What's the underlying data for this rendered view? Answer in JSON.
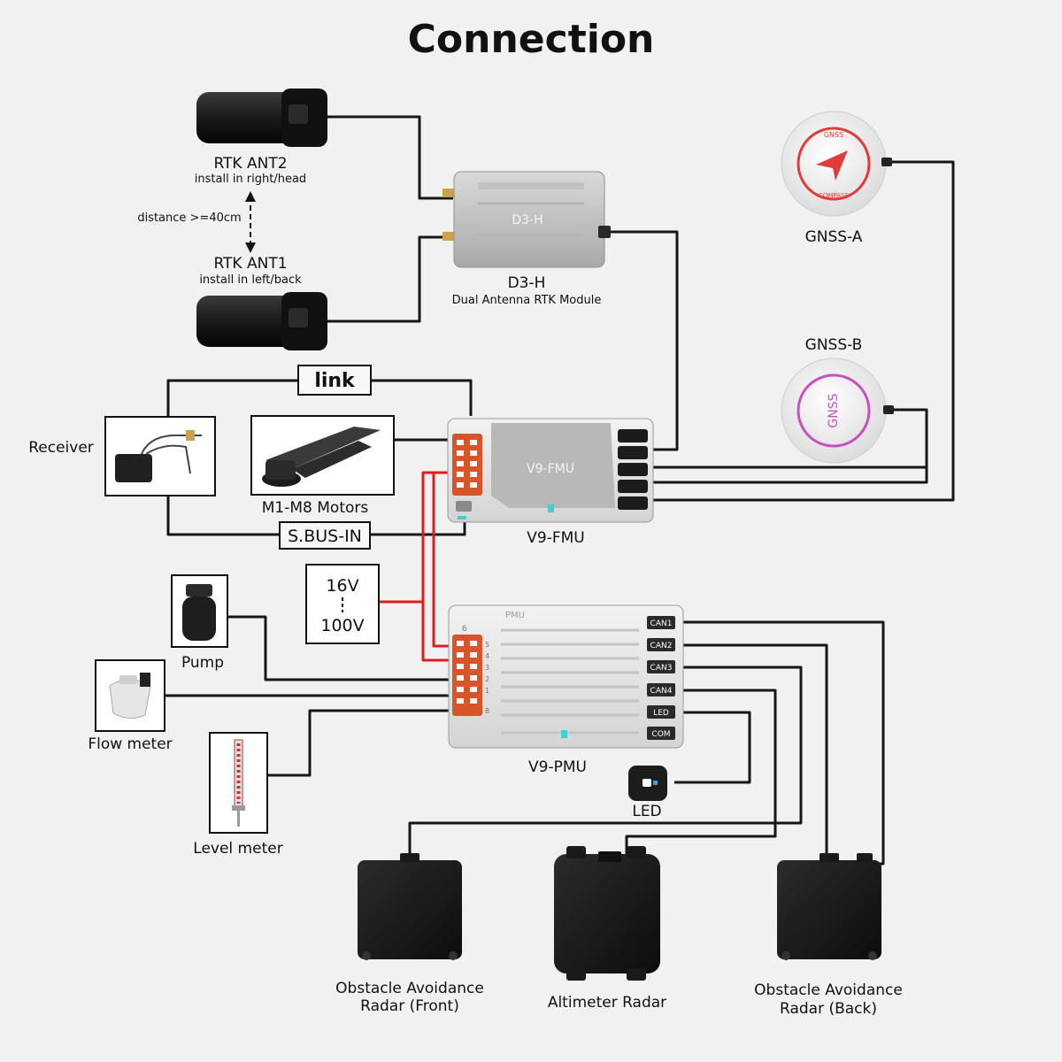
{
  "title": "Connection",
  "rtk_ant2": {
    "label": "RTK ANT2",
    "note": "install in right/head"
  },
  "rtk_ant1": {
    "label": "RTK ANT1",
    "note": "install in left/back"
  },
  "distance_note": "distance >=40cm",
  "d3h": {
    "device_text": "D3-H",
    "label": "D3-H",
    "description": "Dual Antenna RTK Module"
  },
  "gnss_a": {
    "label": "GNSS-A",
    "top_text": "GNSS",
    "bottom_text": "COMPASS",
    "accent": "#e23b3b"
  },
  "gnss_b": {
    "label": "GNSS-B",
    "text": "GNSS",
    "accent": "#c94fc2"
  },
  "link_label": "link",
  "sbus_label": "S.BUS-IN",
  "receiver_label": "Receiver",
  "motors_label": "M1-M8 Motors",
  "fmu": {
    "device_text": "V9-FMU",
    "label": "V9-FMU"
  },
  "voltage": {
    "top": "16V",
    "bottom": "100V"
  },
  "pmu": {
    "device_text": "PMU",
    "label": "V9-PMU",
    "ports": [
      "CAN1",
      "CAN2",
      "CAN3",
      "CAN4",
      "LED",
      "COM"
    ],
    "pin_numbers": [
      "6",
      "5",
      "4",
      "3",
      "2",
      "1",
      "8"
    ]
  },
  "pump_label": "Pump",
  "flow_meter_label": "Flow meter",
  "level_meter_label": "Level meter",
  "led_label": "LED",
  "radar_front": {
    "line1": "Obstacle Avoidance",
    "line2": "Radar (Front)"
  },
  "altimeter_label": "Altimeter Radar",
  "radar_back": {
    "line1": "Obstacle Avoidance",
    "line2": "Radar (Back)"
  },
  "colors": {
    "wire": "#161616",
    "power_wire": "#d81f1f",
    "connector": "#d8552a",
    "led_indicator": "#3fd0d0"
  }
}
